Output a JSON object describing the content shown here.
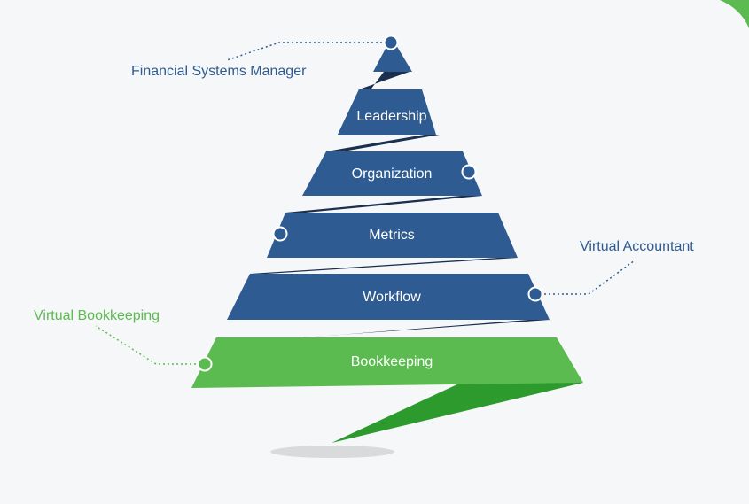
{
  "colors": {
    "background": "#f6f7f8",
    "tier_blue": "#2e5b91",
    "ribbon_dark_blue": "#1b2f4f",
    "tier_green": "#5cbb50",
    "ribbon_dark_green": "#2c9a2c",
    "label_blue": "#2e5b91",
    "label_green": "#5cbb50",
    "dot_blue": "#2e5b91",
    "dot_green": "#5cbb50"
  },
  "tiers": [
    {
      "id": "top",
      "label": ""
    },
    {
      "id": "leadership",
      "label": "Leadership"
    },
    {
      "id": "organization",
      "label": "Organization"
    },
    {
      "id": "metrics",
      "label": "Metrics"
    },
    {
      "id": "workflow",
      "label": "Workflow"
    },
    {
      "id": "bookkeeping",
      "label": "Bookkeeping"
    }
  ],
  "callouts": {
    "financial_systems_manager": "Financial Systems Manager",
    "virtual_accountant": "Virtual Accountant",
    "virtual_bookkeeping": "Virtual Bookkeeping"
  }
}
